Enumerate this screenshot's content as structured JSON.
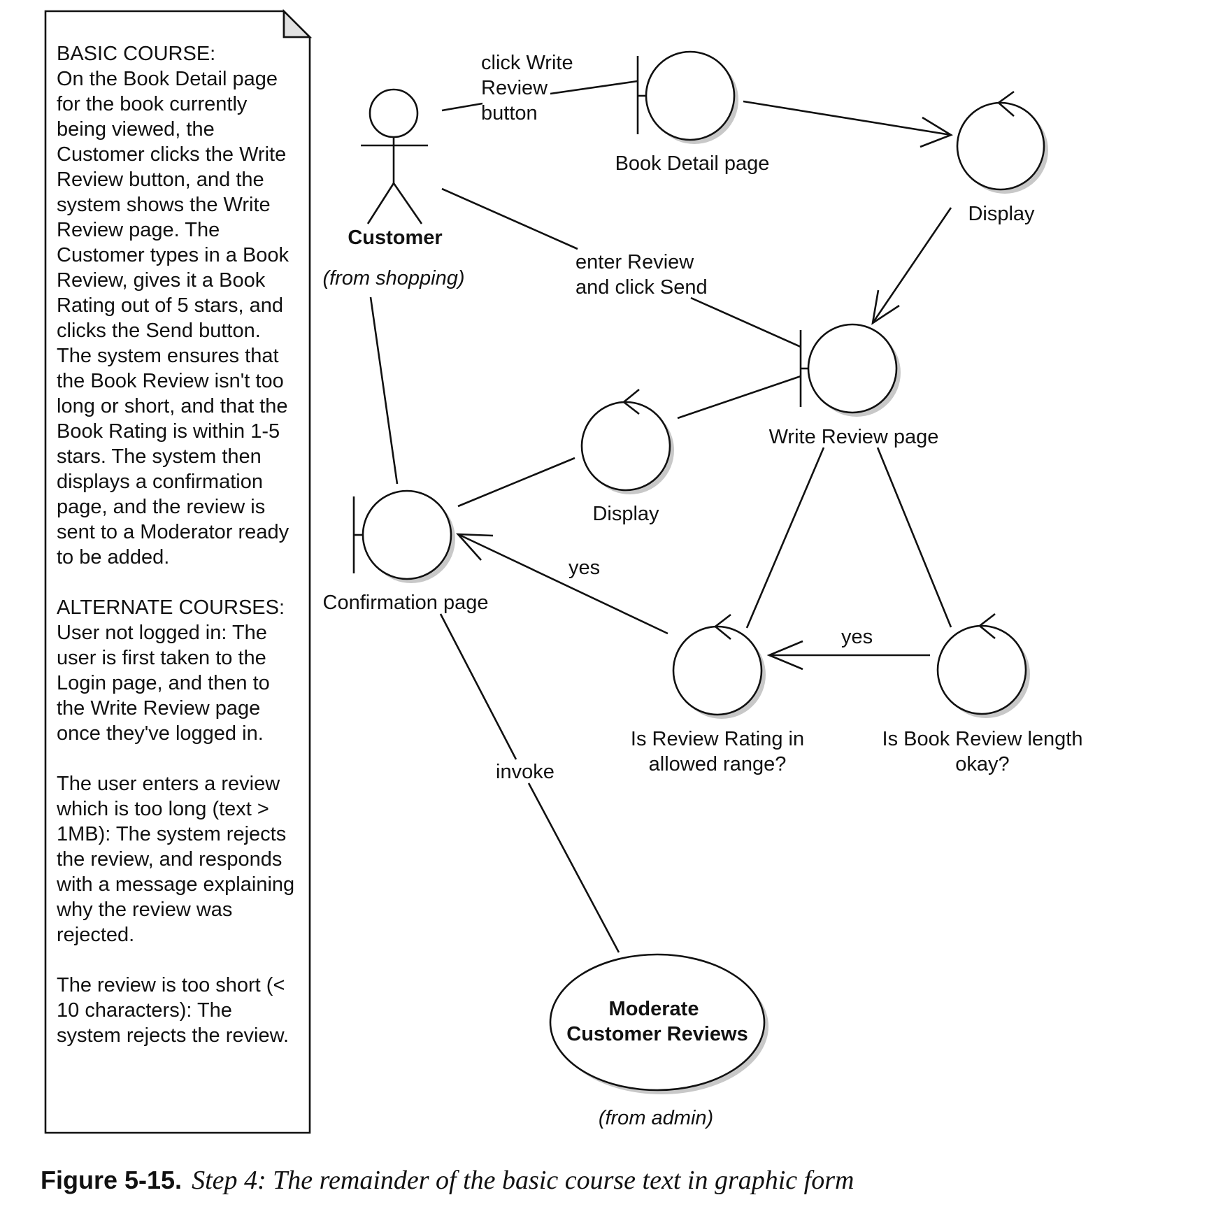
{
  "note": {
    "lines": [
      "BASIC COURSE:",
      "On the Book Detail page",
      "for the book currently",
      "being viewed, the",
      "Customer clicks the Write",
      "Review button, and the",
      "system shows the Write",
      "Review page. The",
      "Customer types in a Book",
      "Review, gives it a Book",
      "Rating out of 5 stars, and",
      "clicks the Send button.",
      "The system ensures that",
      "the Book Review isn't too",
      "long or short, and that the",
      "Book Rating is within 1-5",
      "stars. The system then",
      "displays a confirmation",
      "page, and the review is",
      "sent to a Moderator ready",
      "to be added.",
      "",
      "ALTERNATE COURSES:",
      "User not logged in: The",
      "user is first taken to the",
      "Login page, and then to",
      "the Write Review page",
      "once they've logged in.",
      "",
      "The user enters a review",
      "which is too long (text >",
      "1MB): The system rejects",
      "the review, and responds",
      "with a message explaining",
      "why the review was",
      "rejected.",
      "",
      "The review is too short (<",
      "10 characters): The",
      "system rejects the review."
    ]
  },
  "actor": {
    "name": "Customer",
    "package": "(from shopping)"
  },
  "nodes": {
    "book_detail": "Book Detail page",
    "display_top": "Display",
    "write_review": "Write Review page",
    "display_mid": "Display",
    "confirmation": "Confirmation page",
    "rating_check": [
      "Is Review Rating in",
      "allowed range?"
    ],
    "length_check": [
      "Is Book Review length",
      "okay?"
    ],
    "usecase": [
      "Moderate",
      "Customer Reviews"
    ],
    "usecase_package": "(from admin)"
  },
  "edges": {
    "click_write": [
      "click Write",
      "Review",
      "button"
    ],
    "enter_review": [
      "enter Review",
      "and click Send"
    ],
    "yes_confirm": "yes",
    "yes_rating": "yes",
    "invoke": "invoke"
  },
  "caption": {
    "number": "Figure 5-15.",
    "text": "Step 4: The remainder of the basic course text in graphic form"
  }
}
